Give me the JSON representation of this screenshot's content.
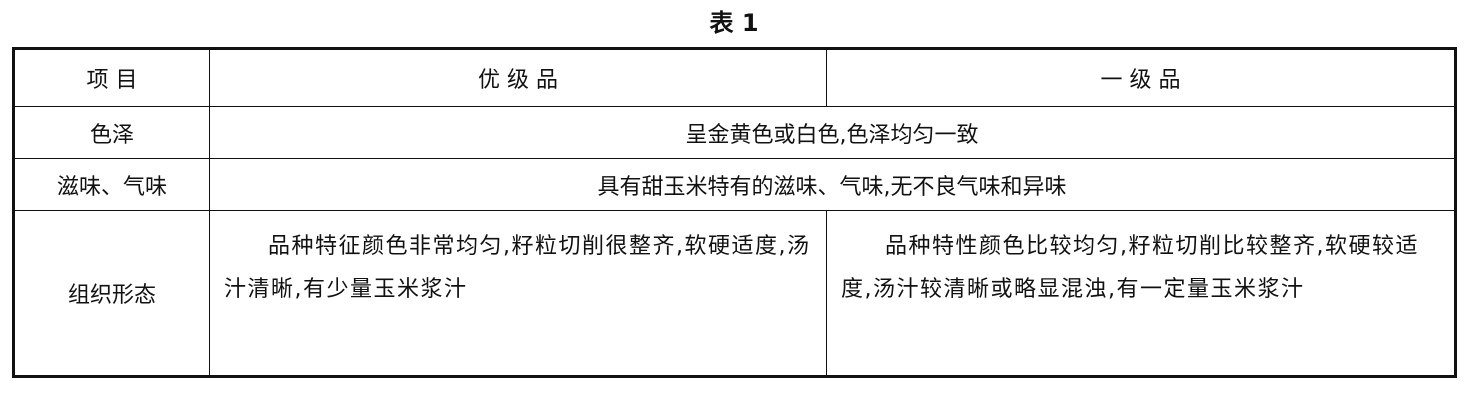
{
  "table_caption": "表 1",
  "header": {
    "item": "项 目",
    "premium": "优 级 品",
    "first": "一 级 品"
  },
  "rows": [
    {
      "item": "色泽",
      "merged": "呈金黄色或白色,色泽均匀一致"
    },
    {
      "item": "滋味、气味",
      "merged": "具有甜玉米特有的滋味、气味,无不良气味和异味"
    },
    {
      "item": "组织形态",
      "premium": "品种特征颜色非常均匀,籽粒切削很整齐,软硬适度,汤汁清晰,有少量玉米浆汁",
      "first": "品种特性颜色比较均匀,籽粒切削比较整齐,软硬较适度,汤汁较清晰或略显混浊,有一定量玉米浆汁"
    }
  ]
}
